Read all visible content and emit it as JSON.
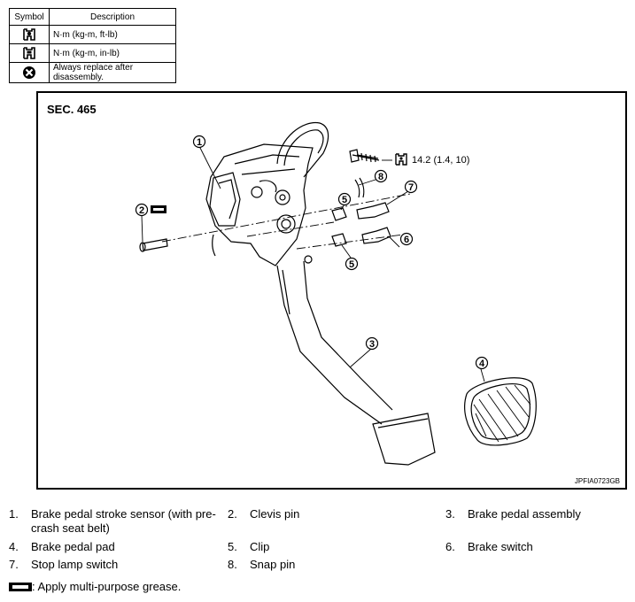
{
  "symbol_table": {
    "headers": {
      "symbol": "Symbol",
      "description": "Description"
    },
    "rows": [
      {
        "icon": "torque-wrench-ft-lb-icon",
        "description": "N·m (kg-m, ft-lb)"
      },
      {
        "icon": "torque-wrench-in-lb-icon",
        "description": "N·m (kg-m, in-lb)"
      },
      {
        "icon": "always-replace-icon",
        "description": "Always replace after disassembly."
      }
    ]
  },
  "diagram": {
    "section": "SEC. 465",
    "figure_code": "JPFIA0723GB",
    "torque_spec": "14.2 (1.4, 10)",
    "callouts": [
      "1",
      "2",
      "3",
      "4",
      "5",
      "5",
      "6",
      "7",
      "8"
    ]
  },
  "legend": {
    "items": [
      {
        "num": "1.",
        "text": "Brake pedal stroke sensor (with pre-crash seat belt)"
      },
      {
        "num": "2.",
        "text": "Clevis pin"
      },
      {
        "num": "3.",
        "text": "Brake pedal assembly"
      },
      {
        "num": "4.",
        "text": "Brake pedal pad"
      },
      {
        "num": "5.",
        "text": "Clip"
      },
      {
        "num": "6.",
        "text": "Brake switch"
      },
      {
        "num": "7.",
        "text": "Stop lamp switch"
      },
      {
        "num": "8.",
        "text": "Snap pin"
      }
    ],
    "grease_note": ": Apply multi-purpose grease."
  }
}
